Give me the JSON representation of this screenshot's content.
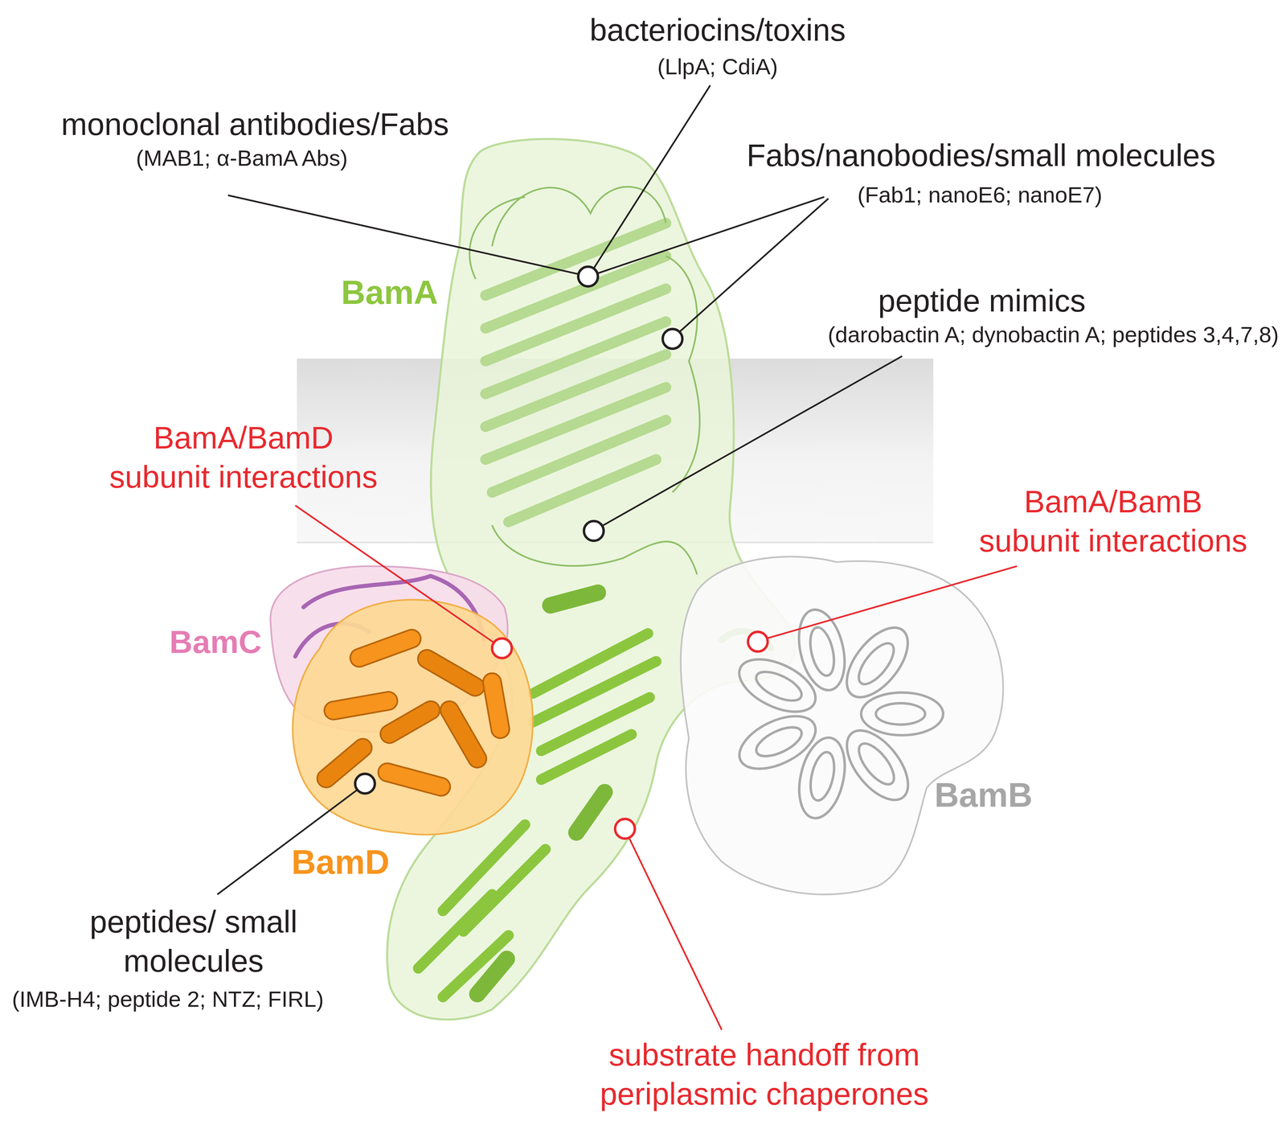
{
  "diagram": {
    "labels": [
      "bacteriocins/toxins",
      "(LlpA; CdiA)",
      "monoclonal antibodies/Fabs",
      "(MAB1; α-BamA Abs)",
      "Fabs/nanobodies/small molecules",
      "(Fab1; nanoE6; nanoE7)",
      "BamA",
      "peptide mimics",
      "(darobactin A; dynobactin A; peptides 3,4,7,8)",
      "BamA/BamD subunit interactions",
      "BamA/BamB subunit interactions",
      "BamC",
      "BamB",
      "BamD",
      "peptides/ small molecules",
      "(IMB-H4; peptide 2; NTZ; FIRL)",
      "substrate handoff from periplasmic chaperones"
    ]
  }
}
